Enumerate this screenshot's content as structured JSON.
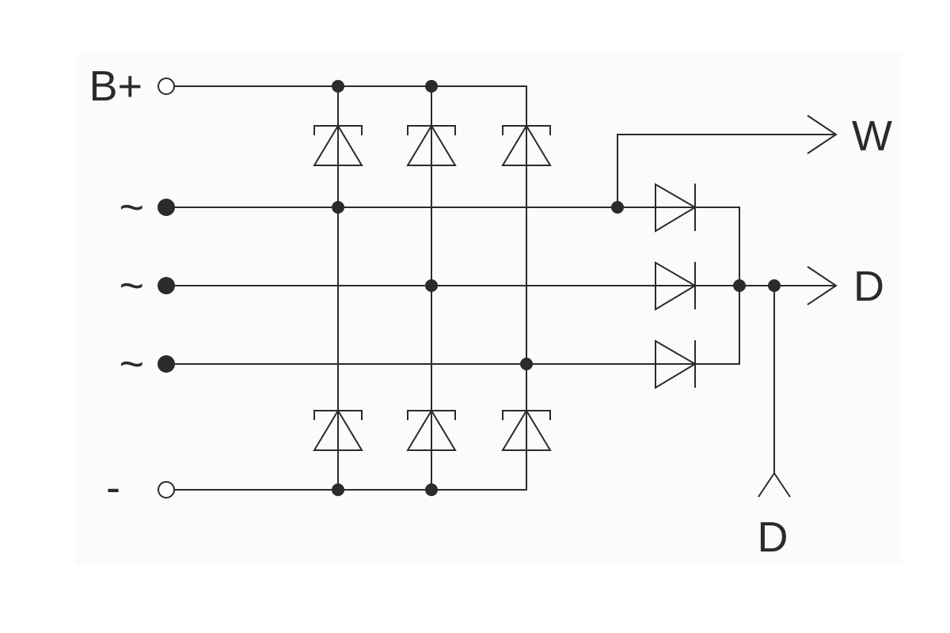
{
  "terminals": {
    "b_plus": "B+",
    "ac_1": "~",
    "ac_2": "~",
    "ac_3": "~",
    "minus": "-"
  },
  "outputs": {
    "w": "W",
    "d_right": "D",
    "d_bottom": "D"
  },
  "colors": {
    "line": "#2b2b2b",
    "panel": "#fbfbfb",
    "background": "#ffffff"
  }
}
